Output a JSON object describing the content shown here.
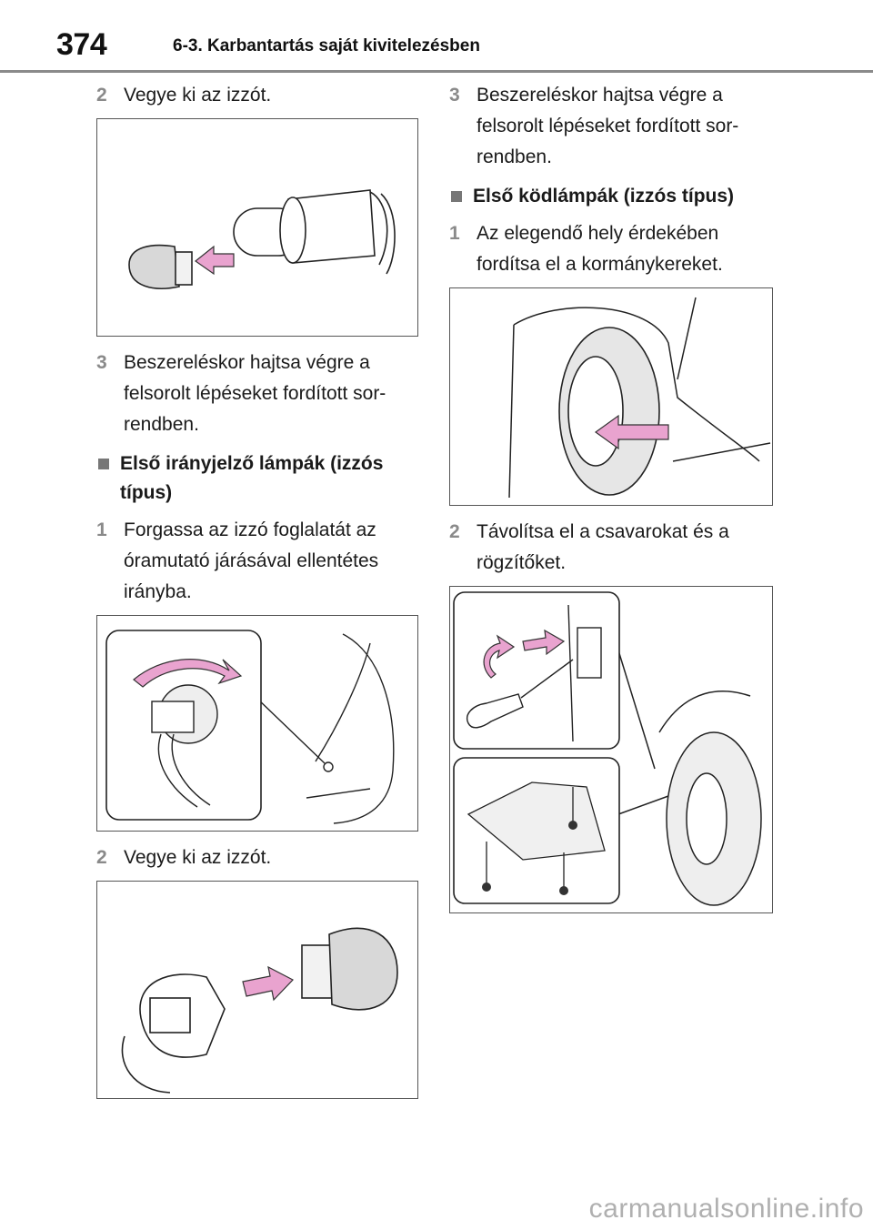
{
  "header": {
    "page_number": "374",
    "section_title": "6-3. Karbantartás saját kivitelezésben"
  },
  "left_column": {
    "step_a": {
      "num": "2",
      "text": "Vegye ki az izzót."
    },
    "step_b": {
      "num": "3",
      "text": "Beszereléskor hajtsa végre a felsorolt lépéseket fordított sor- rendben."
    },
    "subhead": "Első irányjelző lámpák (izzós típus)",
    "step_c": {
      "num": "1",
      "text": "Forgassa az izzó foglalatát az óramutató járásával ellentétes irányba."
    },
    "step_d": {
      "num": "2",
      "text": "Vegye ki az izzót."
    }
  },
  "right_column": {
    "step_a": {
      "num": "3",
      "text": "Beszereléskor hajtsa végre a felsorolt lépéseket fordított sor- rendben."
    },
    "subhead": "Első ködlámpák (izzós típus)",
    "step_b": {
      "num": "1",
      "text": "Az elegendő hely érdekében fordítsa el a kormánykereket."
    },
    "step_c": {
      "num": "2",
      "text": "Távolítsa el a csavarokat és a rögzítőket."
    }
  },
  "colors": {
    "arrow": "#e9a3cf",
    "step_number": "#8a8a8a",
    "rule": "#8a8a8a"
  },
  "watermark": "carmanualsonline.info"
}
